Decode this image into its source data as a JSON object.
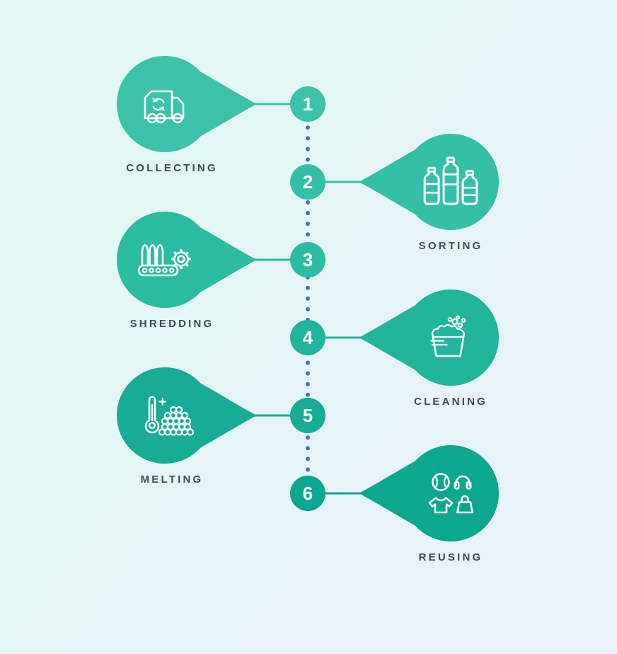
{
  "background": {
    "gradient_start": "#e3f7f4",
    "gradient_end": "#e8f2fa"
  },
  "timeline": {
    "dot_color": "#4a72b2"
  },
  "labels": {
    "color": "#3e4b54"
  },
  "steps": [
    {
      "number": "1",
      "label": "COLLECTING",
      "icon": "recycling-truck-icon",
      "side": "left",
      "color": "#3cc2a8"
    },
    {
      "number": "2",
      "label": "SORTING",
      "icon": "plastic-bottles-icon",
      "side": "right",
      "color": "#33c0a6"
    },
    {
      "number": "3",
      "label": "SHREDDING",
      "icon": "conveyor-shredder-icon",
      "side": "left",
      "color": "#2bbca1"
    },
    {
      "number": "4",
      "label": "CLEANING",
      "icon": "wash-basin-icon",
      "side": "right",
      "color": "#21b59b"
    },
    {
      "number": "5",
      "label": "MELTING",
      "icon": "thermometer-pellets-icon",
      "side": "left",
      "color": "#18ab95"
    },
    {
      "number": "6",
      "label": "REUSING",
      "icon": "reused-goods-icon",
      "side": "right",
      "color": "#0ba78e"
    }
  ]
}
